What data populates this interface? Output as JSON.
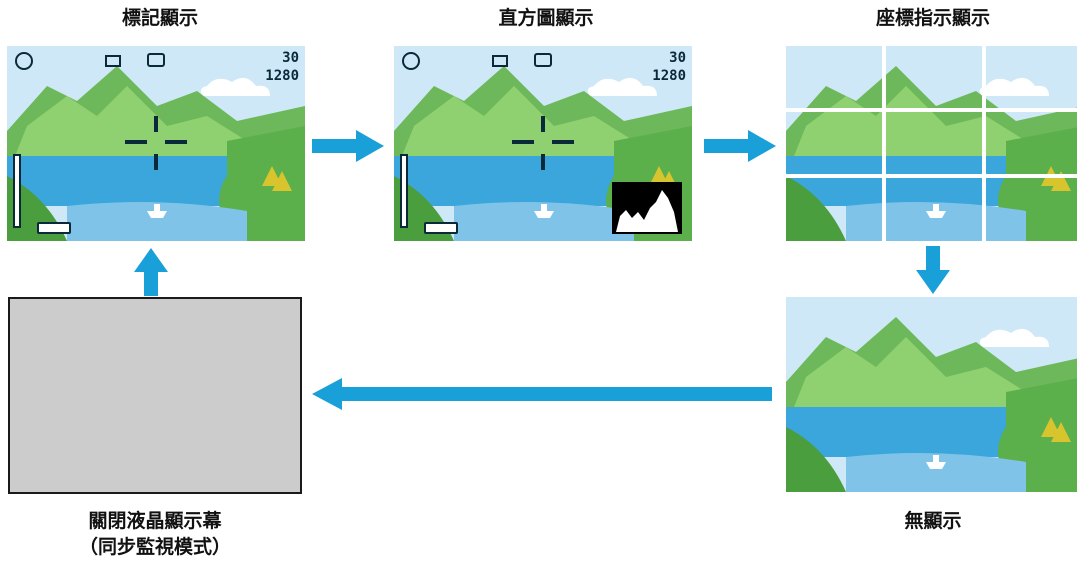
{
  "panels": {
    "mark_display": {
      "label": "標記顯示"
    },
    "histogram_display": {
      "label": "直方圖顯示"
    },
    "grid_display": {
      "label": "座標指示顯示"
    },
    "no_display": {
      "label": "無顯示"
    },
    "lcd_off": {
      "label_line1": "關閉液晶顯示幕",
      "label_line2": "（同步監視模式）"
    }
  },
  "osd": {
    "shots_remaining": "30",
    "image_size": "1280"
  },
  "colors": {
    "arrow": "#1aa0d8",
    "sky": "#cfe8f7",
    "water": "#3aa6dc",
    "mountain": "#6cb85a",
    "lcd_off": "#cccccc"
  }
}
